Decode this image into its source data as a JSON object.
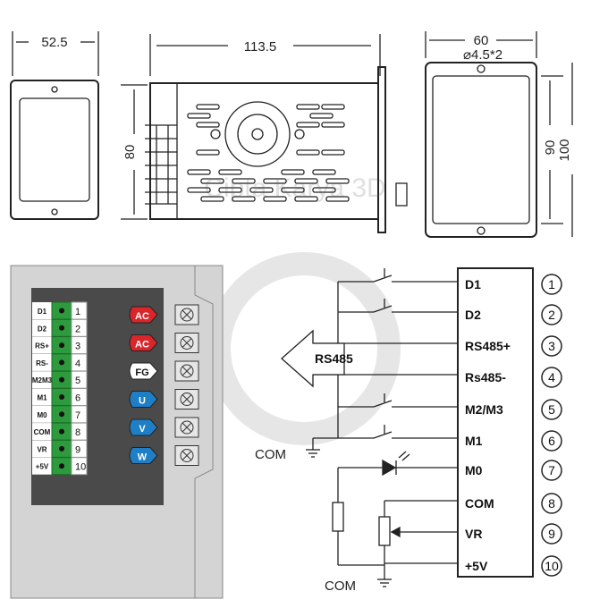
{
  "dimensions": {
    "front_width": "52.5",
    "side_length": "113.5",
    "side_height": "80",
    "rear_width": "60",
    "hole": "⌀4.5*2",
    "rear_inner_height": "90",
    "rear_outer_height": "100"
  },
  "watermark": "Cipta Karya 3D",
  "terminal_block": {
    "labels": [
      "D1",
      "D2",
      "RS+",
      "RS-",
      "M2M3",
      "M1",
      "M0",
      "COM",
      "VR",
      "+5V"
    ],
    "numbers": [
      "1",
      "2",
      "3",
      "4",
      "5",
      "6",
      "7",
      "8",
      "9",
      "10"
    ],
    "power_badges": [
      {
        "label": "AC",
        "color": "#d9262b"
      },
      {
        "label": "AC",
        "color": "#d9262b"
      },
      {
        "label": "FG",
        "color": "#ffffff"
      },
      {
        "label": "U",
        "color": "#1e7fc6"
      },
      {
        "label": "V",
        "color": "#1e7fc6"
      },
      {
        "label": "W",
        "color": "#1e7fc6"
      }
    ]
  },
  "schematic": {
    "signals": [
      "D1",
      "D2",
      "RS485+",
      "Rs485-",
      "M2/M3",
      "M1",
      "M0",
      "COM",
      "VR",
      "+5V"
    ],
    "pins": [
      "1",
      "2",
      "3",
      "4",
      "5",
      "6",
      "7",
      "8",
      "9",
      "10"
    ],
    "rs485_label": "RS485",
    "com_label_1": "COM",
    "com_label_2": "COM"
  },
  "colors": {
    "terminal_green": "#2e9a3e",
    "panel_dark": "#4a4a4a",
    "panel_grey": "#d4d4d4"
  }
}
